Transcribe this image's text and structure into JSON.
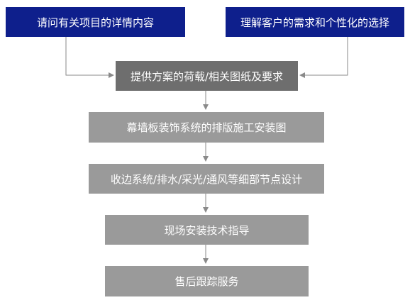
{
  "colors": {
    "top_box": "#0e1f8c",
    "main_box": "#6e6e6e",
    "step_box": "#9a9a9a",
    "connector": "#8a8a8a"
  },
  "inputs": {
    "left": "请问有关项目的详情内容",
    "right": "理解客户的需求和个性化的选择"
  },
  "steps": [
    "提供方案的荷载/相关图纸及要求",
    "幕墙板装饰系统的排版施工安装图",
    "收边系统/排水/采光/通风等细部节点设计",
    "现场安装技术指导",
    "售后跟踪服务"
  ]
}
